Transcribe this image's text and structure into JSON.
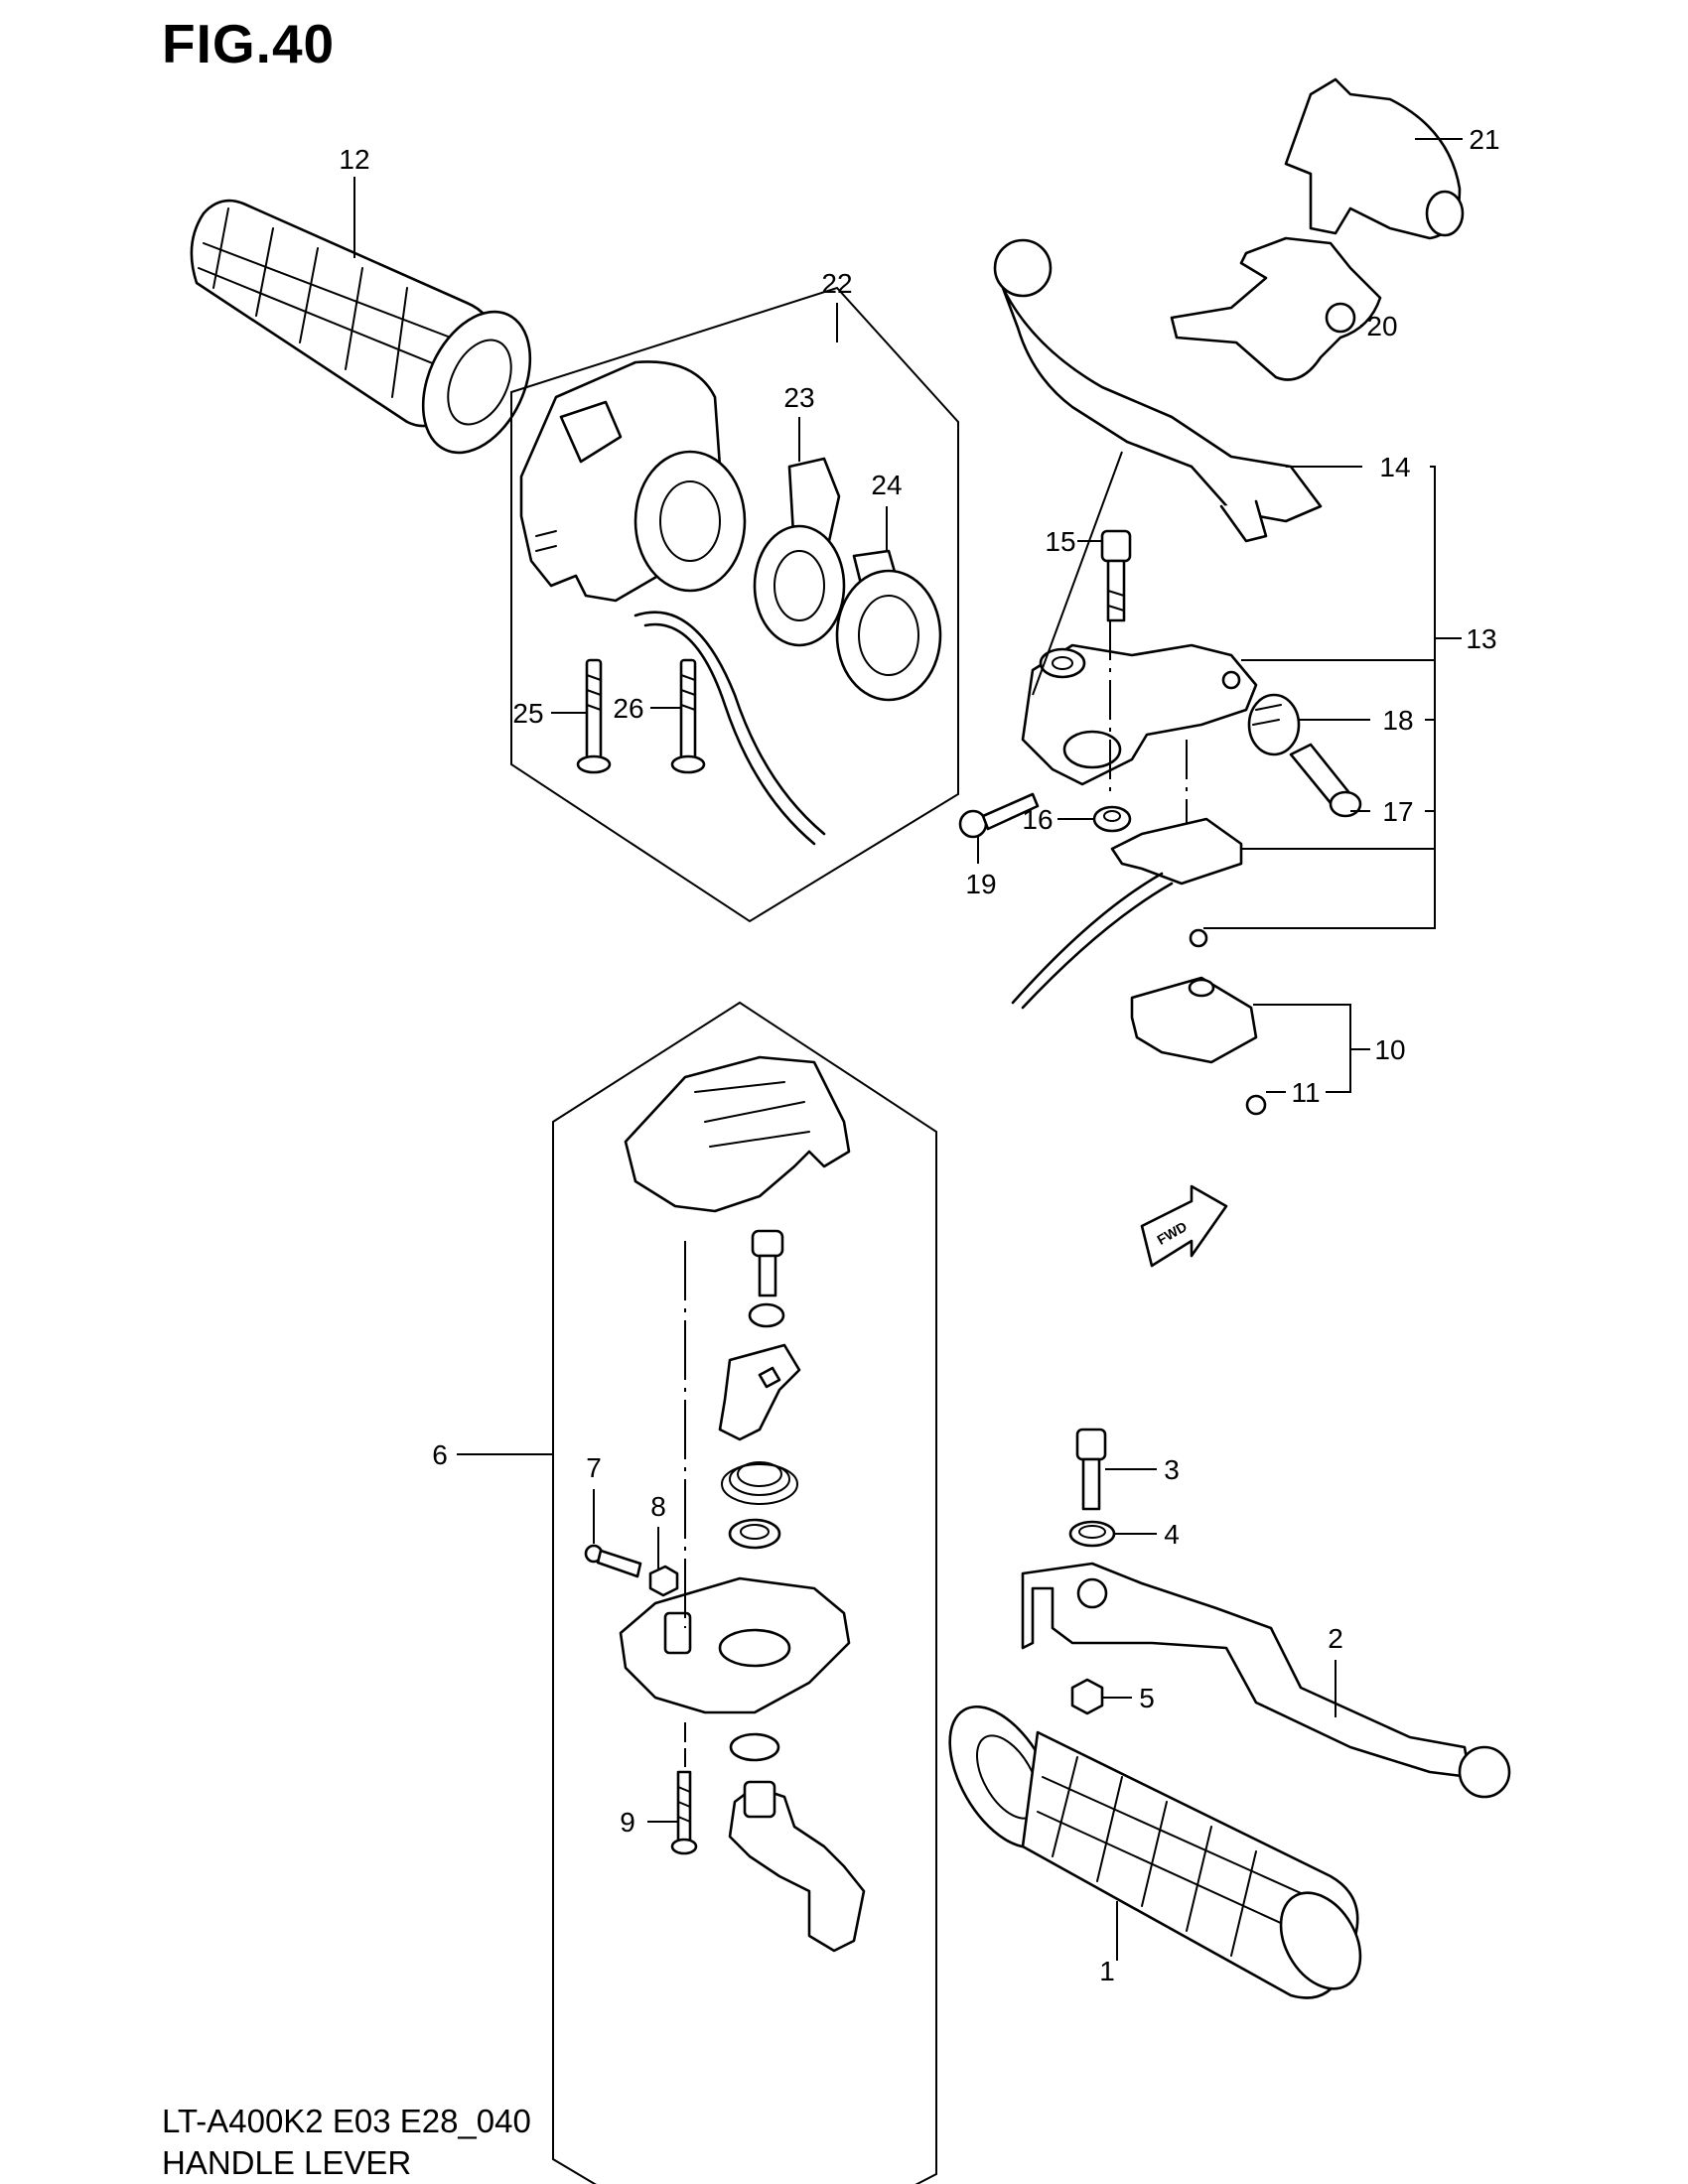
{
  "figure": {
    "title": "FIG.40",
    "model_code": "LT-A400K2 E03 E28_040",
    "name": "HANDLE LEVER"
  },
  "callouts": [
    "1",
    "2",
    "3",
    "4",
    "5",
    "6",
    "7",
    "8",
    "9",
    "10",
    "11",
    "12",
    "13",
    "14",
    "15",
    "16",
    "17",
    "18",
    "19",
    "20",
    "21",
    "22",
    "23",
    "24",
    "25",
    "26"
  ],
  "fwd_label": "FWD"
}
